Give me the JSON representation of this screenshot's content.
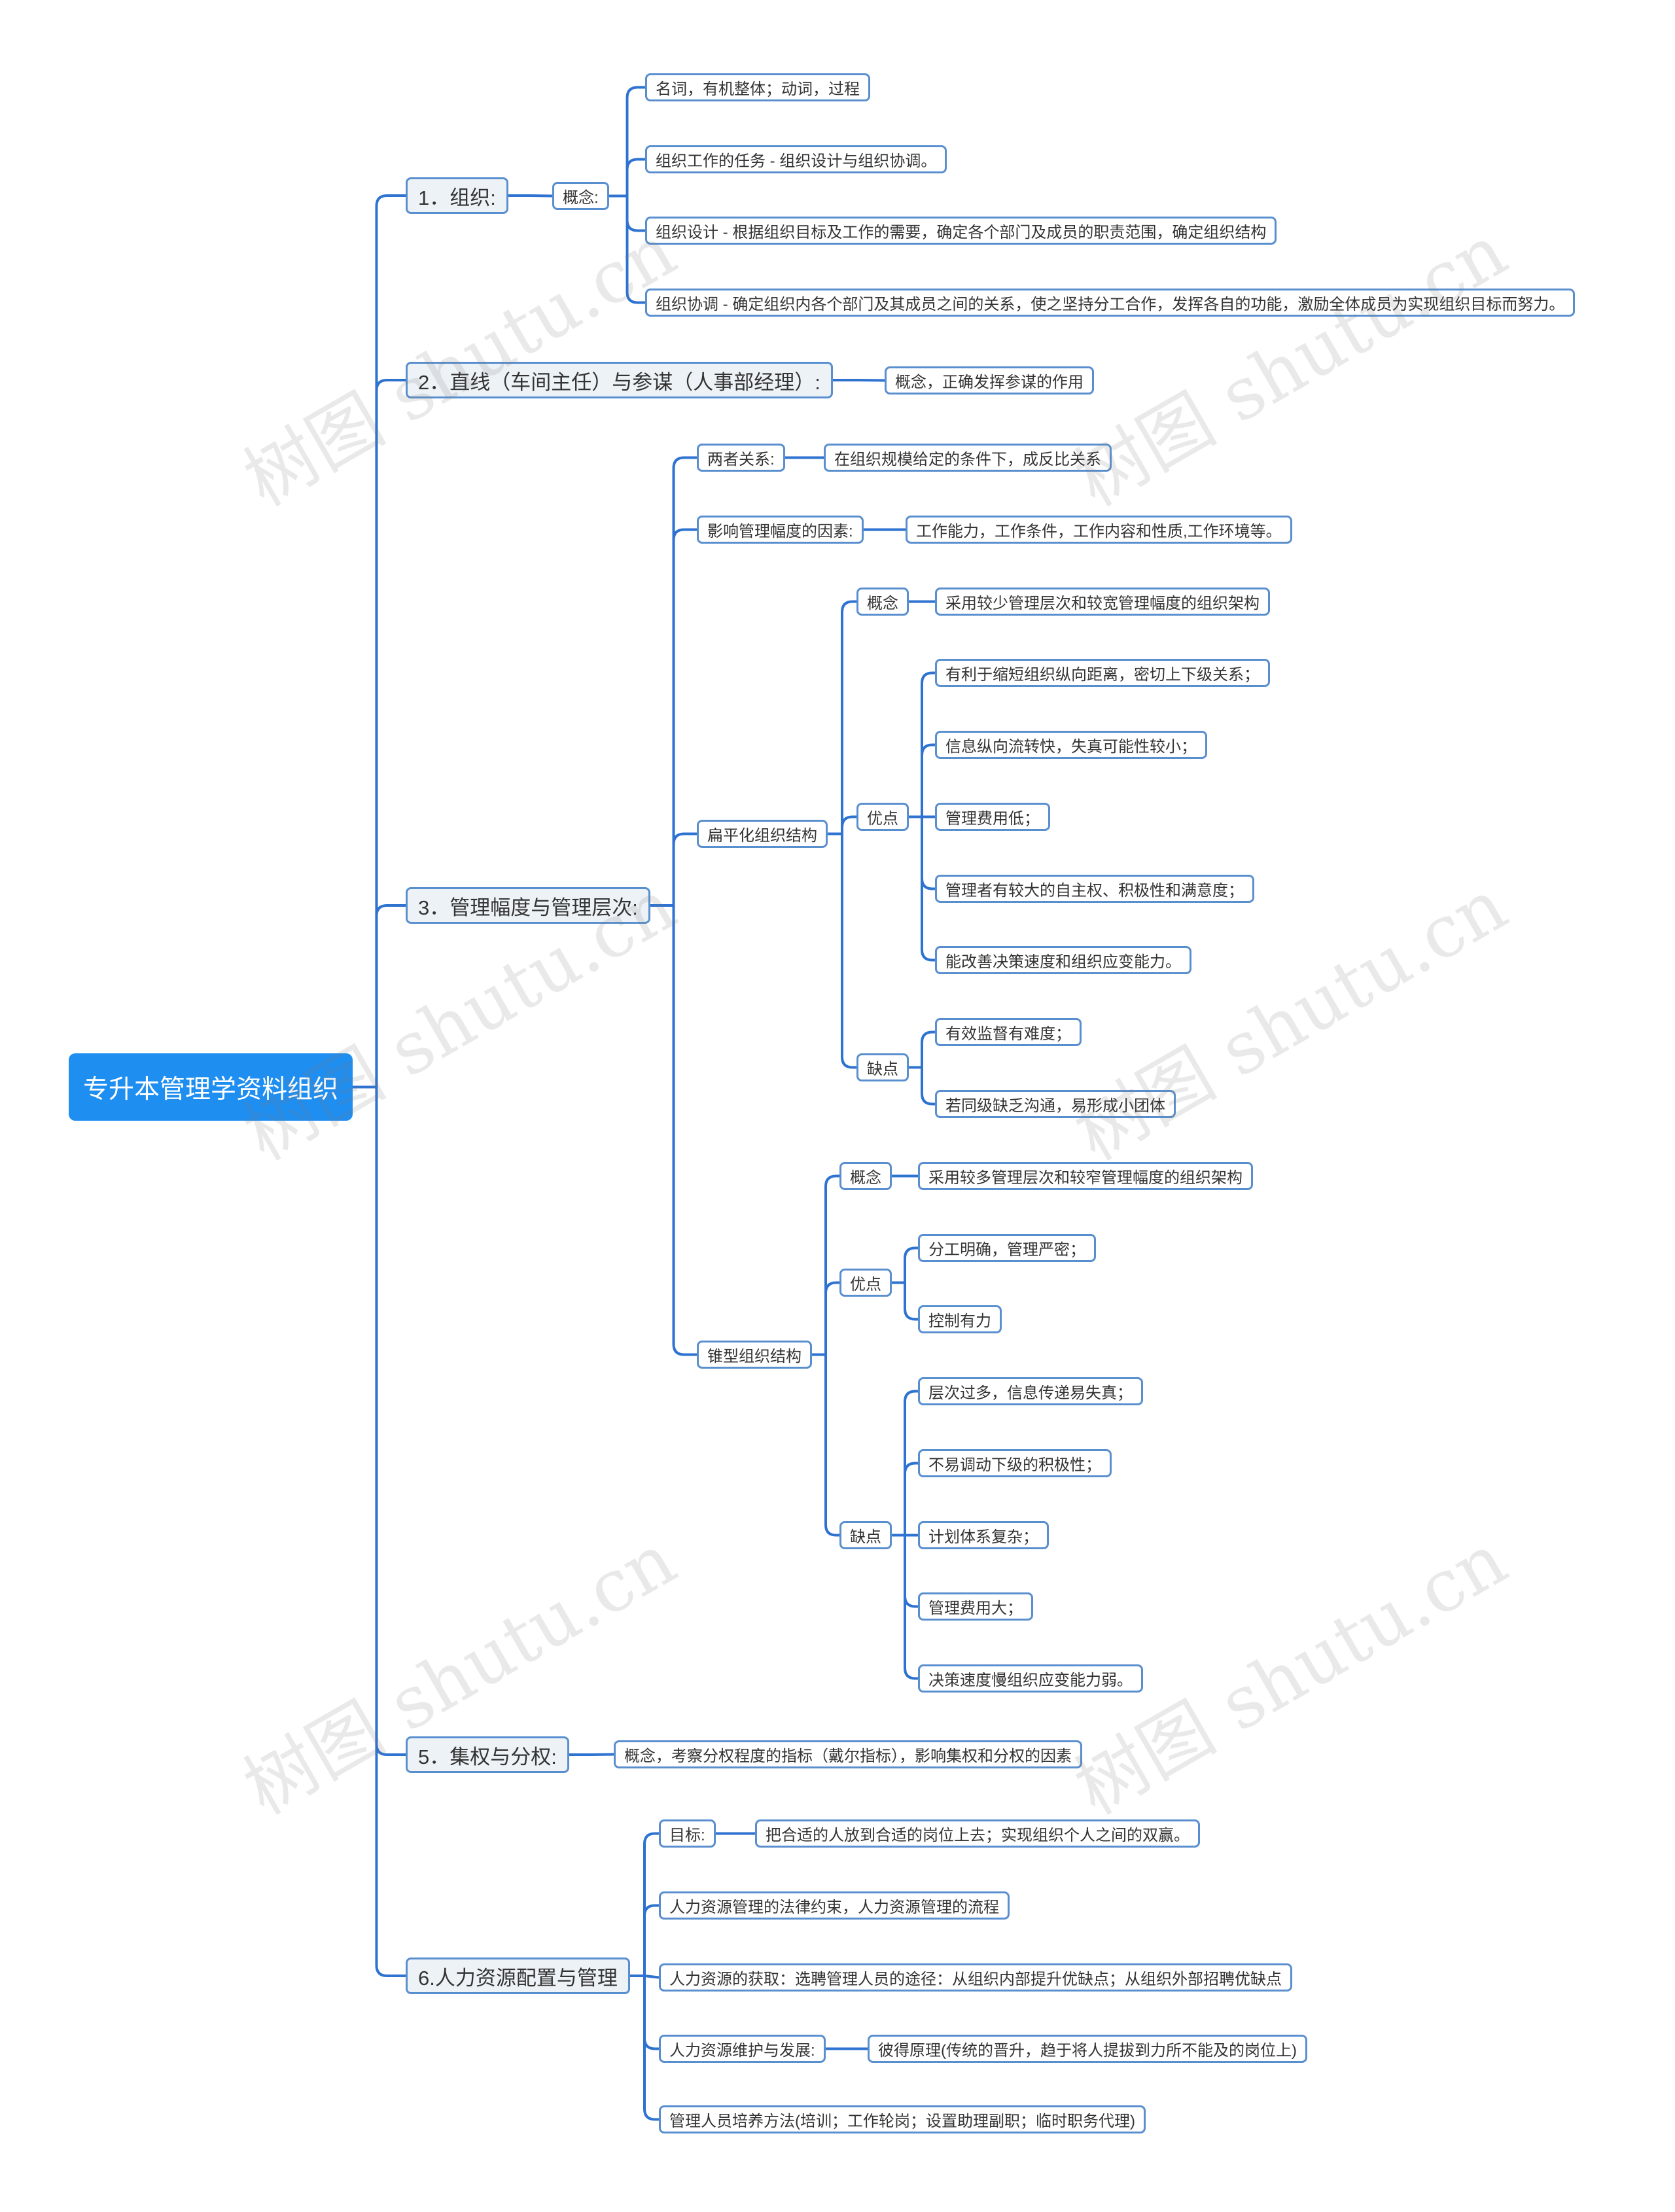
{
  "accent_color": "#1f8ef1",
  "line_color": "#2f73d1",
  "root": "专升本管理学资料组织",
  "watermark": "树图 shutu.cn",
  "nodes": [
    {
      "id": "b1",
      "text": "1．组织:"
    },
    {
      "id": "b1c",
      "text": "概念:"
    },
    {
      "id": "b1c1",
      "text": "名词，有机整体；动词，过程"
    },
    {
      "id": "b1c2",
      "text": "组织工作的任务 - 组织设计与组织协调。"
    },
    {
      "id": "b1c3",
      "text": "组织设计 - 根据组织目标及工作的需要，确定各个部门及成员的职责范围，确定组织结构"
    },
    {
      "id": "b1c4",
      "text": "组织协调 - 确定组织内各个部门及其成员之间的关系，使之坚持分工合作，发挥各自的功能，激励全体成员为实现组织目标而努力。"
    },
    {
      "id": "b2",
      "text": "2．直线（车间主任）与参谋（人事部经理）:"
    },
    {
      "id": "b2c",
      "text": "概念，正确发挥参谋的作用"
    },
    {
      "id": "b3",
      "text": "3．管理幅度与管理层次:"
    },
    {
      "id": "b3a",
      "text": "两者关系:"
    },
    {
      "id": "b3a1",
      "text": "在组织规模给定的条件下，成反比关系"
    },
    {
      "id": "b3b",
      "text": "影响管理幅度的因素:"
    },
    {
      "id": "b3b1",
      "text": "工作能力，工作条件，工作内容和性质,工作环境等。"
    },
    {
      "id": "b3c",
      "text": "扁平化组织结构"
    },
    {
      "id": "b3c1",
      "text": "概念"
    },
    {
      "id": "b3c1a",
      "text": "采用较少管理层次和较宽管理幅度的组织架构"
    },
    {
      "id": "b3c2",
      "text": "优点"
    },
    {
      "id": "b3c2a",
      "text": "有利于缩短组织纵向距离，密切上下级关系；"
    },
    {
      "id": "b3c2b",
      "text": "信息纵向流转快，失真可能性较小；"
    },
    {
      "id": "b3c2c",
      "text": "管理费用低；"
    },
    {
      "id": "b3c2d",
      "text": "管理者有较大的自主权、积极性和满意度；"
    },
    {
      "id": "b3c2e",
      "text": "能改善决策速度和组织应变能力。"
    },
    {
      "id": "b3c3",
      "text": "缺点"
    },
    {
      "id": "b3c3a",
      "text": "有效监督有难度；"
    },
    {
      "id": "b3c3b",
      "text": "若同级缺乏沟通，易形成小团体"
    },
    {
      "id": "b3d",
      "text": "锥型组织结构"
    },
    {
      "id": "b3d1",
      "text": "概念"
    },
    {
      "id": "b3d1a",
      "text": "采用较多管理层次和较窄管理幅度的组织架构"
    },
    {
      "id": "b3d2",
      "text": "优点"
    },
    {
      "id": "b3d2a",
      "text": "分工明确，管理严密；"
    },
    {
      "id": "b3d2b",
      "text": "控制有力"
    },
    {
      "id": "b3d3",
      "text": "缺点"
    },
    {
      "id": "b3d3a",
      "text": "层次过多，信息传递易失真；"
    },
    {
      "id": "b3d3b",
      "text": "不易调动下级的积极性；"
    },
    {
      "id": "b3d3c",
      "text": "计划体系复杂；"
    },
    {
      "id": "b3d3d",
      "text": "管理费用大；"
    },
    {
      "id": "b3d3e",
      "text": "决策速度慢组织应变能力弱。"
    },
    {
      "id": "b5",
      "text": "5．集权与分权:"
    },
    {
      "id": "b5c",
      "text": "概念，考察分权程度的指标（戴尔指标），影响集权和分权的因素"
    },
    {
      "id": "b6",
      "text": "6.人力资源配置与管理"
    },
    {
      "id": "b6a",
      "text": "目标:"
    },
    {
      "id": "b6a1",
      "text": "把合适的人放到合适的岗位上去；实现组织个人之间的双赢。"
    },
    {
      "id": "b6b",
      "text": "人力资源管理的法律约束，人力资源管理的流程"
    },
    {
      "id": "b6c",
      "text": "人力资源的获取：选聘管理人员的途径：从组织内部提升优缺点；从组织外部招聘优缺点"
    },
    {
      "id": "b6d",
      "text": "人力资源维护与发展:"
    },
    {
      "id": "b6d1",
      "text": "彼得原理(传统的晋升，趋于将人提拔到力所不能及的岗位上)"
    },
    {
      "id": "b6e",
      "text": "管理人员培养方法(培训；工作轮岗；设置助理副职；临时职务代理)"
    }
  ]
}
